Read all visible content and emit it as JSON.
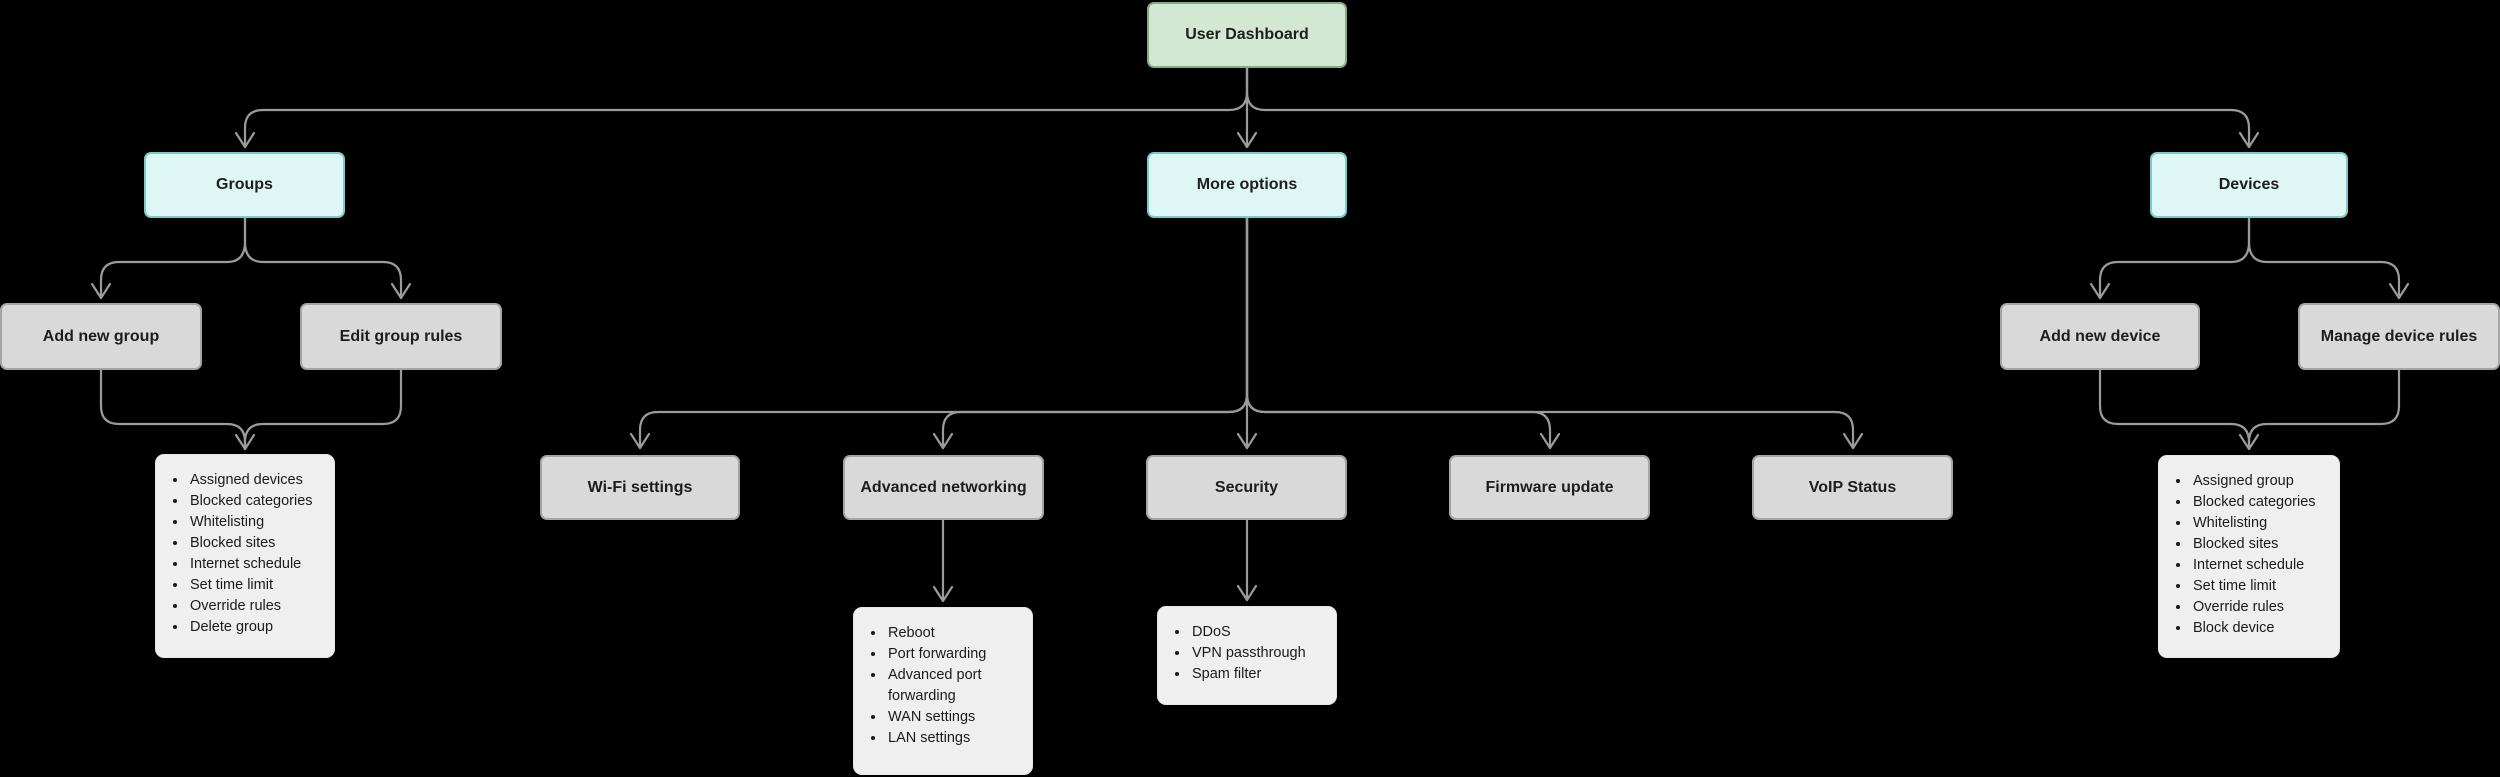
{
  "diagram": {
    "type": "flowchart",
    "root_label": "User Dashboard",
    "background_color": "#000000",
    "edge_color": "#9b9b9b",
    "colors": {
      "root_fill": "#d2e8d2",
      "root_border": "#84ab84",
      "branch_fill": "#def6f4",
      "branch_border": "#7accc8",
      "action_fill": "#d9d9d9",
      "action_border": "#a5a5a5",
      "list_fill": "#efefef",
      "text": "#1d1d1d"
    }
  },
  "nodes": {
    "user_dashboard": {
      "label": "User Dashboard"
    },
    "groups": {
      "label": "Groups"
    },
    "more_options": {
      "label": "More options"
    },
    "devices": {
      "label": "Devices"
    },
    "add_new_group": {
      "label": "Add new group"
    },
    "edit_group_rules": {
      "label": "Edit group rules"
    },
    "add_new_device": {
      "label": "Add new device"
    },
    "manage_device_rules": {
      "label": "Manage device rules"
    },
    "wifi_settings": {
      "label": "Wi-Fi settings"
    },
    "advanced_networking": {
      "label": "Advanced networking"
    },
    "security": {
      "label": "Security"
    },
    "firmware_update": {
      "label": "Firmware update"
    },
    "voip_status": {
      "label": "VoIP Status"
    }
  },
  "lists": {
    "group_rules": {
      "items": [
        "Assigned devices",
        "Blocked categories",
        "Whitelisting",
        "Blocked sites",
        "Internet schedule",
        "Set time limit",
        "Override rules",
        "Delete group"
      ]
    },
    "advanced_networking": {
      "items": [
        "Reboot",
        "Port forwarding",
        "Advanced port forwarding",
        "WAN settings",
        "LAN settings"
      ]
    },
    "security": {
      "items": [
        "DDoS",
        "VPN passthrough",
        "Spam filter"
      ]
    },
    "device_rules": {
      "items": [
        "Assigned group",
        "Blocked categories",
        "Whitelisting",
        "Blocked sites",
        "Internet schedule",
        "Set time limit",
        "Override rules",
        "Block device"
      ]
    }
  }
}
